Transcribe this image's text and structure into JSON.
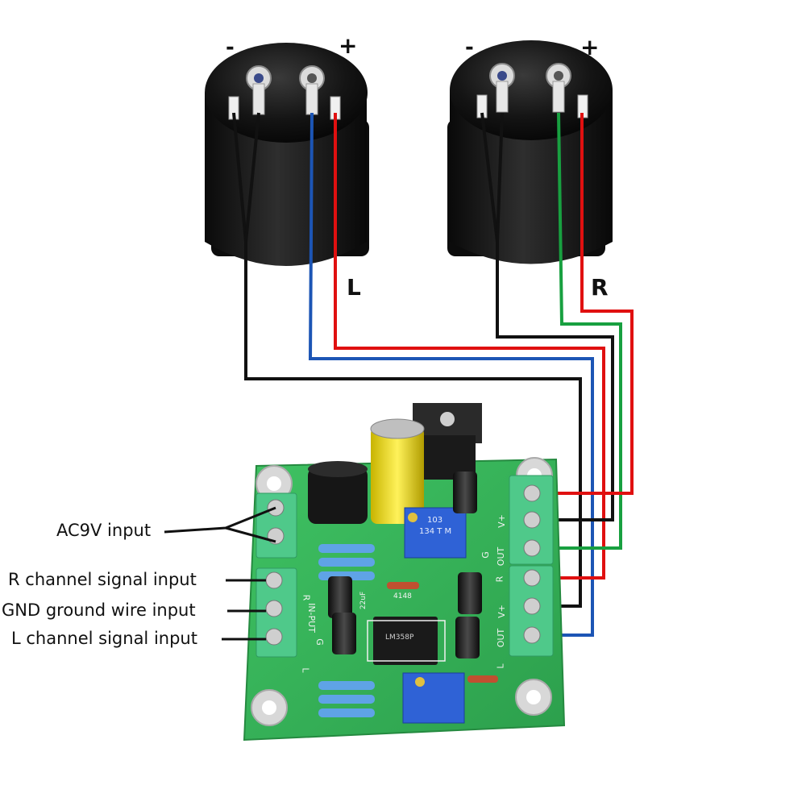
{
  "meters": {
    "left": {
      "minus": "-",
      "plus": "+",
      "channel": "L"
    },
    "right": {
      "minus": "-",
      "plus": "+",
      "channel": "R"
    }
  },
  "callouts": {
    "ac_input": "AC9V input",
    "r_signal": "R channel signal input",
    "gnd": "GND ground wire input",
    "l_signal": "L channel signal input"
  },
  "board": {
    "silk_in_put": "IN-PUT",
    "silk_r": "R",
    "silk_g": "G",
    "silk_l": "L",
    "silk_r_out": "R",
    "silk_v_plus_out": "V+",
    "silk_out": "OUT",
    "silk_g_out": "G",
    "silk_v_plus_top": "V+",
    "silk_out_top": "OUT",
    "silk_l_out": "L",
    "cap_label": "22uF",
    "diode_label": "4148",
    "trimmer_label_a": "103",
    "trimmer_label_b": "134 T M",
    "chip_label": "LM358P"
  },
  "colors": {
    "pcb": "#35b35a",
    "pcb_dark": "#1f8a3a",
    "terminal": "#4fc98a",
    "wire_black": "#111111",
    "wire_red": "#e01010",
    "wire_blue": "#1c55b5",
    "wire_green": "#18a040"
  }
}
